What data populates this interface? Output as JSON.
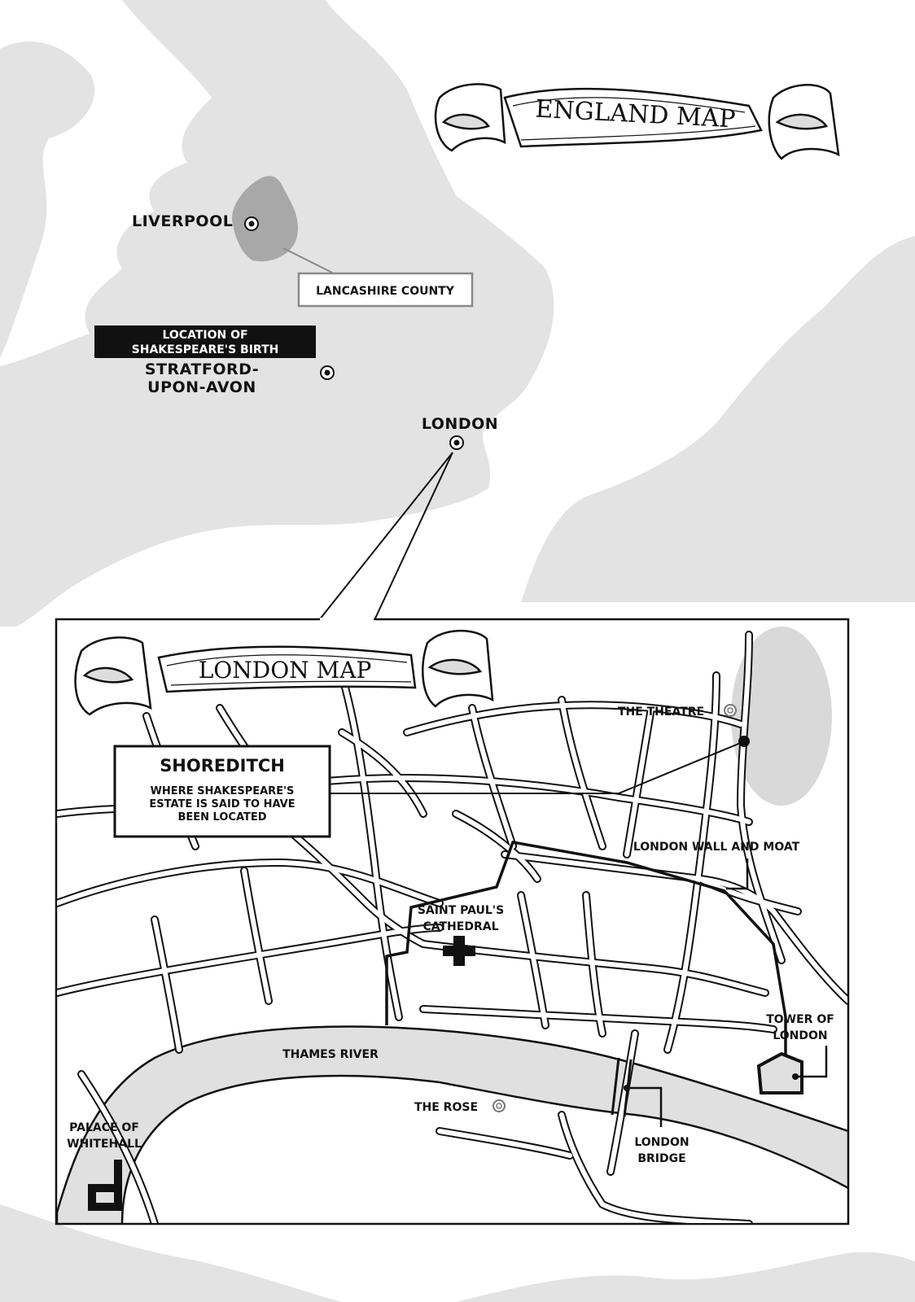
{
  "england_map": {
    "banner": "ENGLAND MAP",
    "liverpool": "LIVERPOOL",
    "lancashire": "LANCASHIRE COUNTY",
    "birth_tag_line1": "LOCATION OF",
    "birth_tag_line2": "SHAKESPEARE'S BIRTH",
    "stratford_line1": "STRATFORD-",
    "stratford_line2": "UPON-AVON",
    "london": "LONDON"
  },
  "london_map": {
    "banner": "LONDON MAP",
    "shoreditch_title": "SHOREDITCH",
    "shoreditch_line1": "WHERE SHAKESPEARE'S",
    "shoreditch_line2": "ESTATE IS SAID TO HAVE",
    "shoreditch_line3": "BEEN LOCATED",
    "the_theatre": "THE THEATRE",
    "london_wall": "LONDON WALL AND MOAT",
    "st_pauls_line1": "SAINT PAUL'S",
    "st_pauls_line2": "CATHEDRAL",
    "thames": "THAMES RIVER",
    "the_rose": "THE ROSE",
    "tower_line1": "TOWER OF",
    "tower_line2": "LONDON",
    "bridge_line1": "LONDON",
    "bridge_line2": "BRIDGE",
    "whitehall_line1": "PALACE OF",
    "whitehall_line2": "WHITEHALL"
  },
  "colors": {
    "land": "#e3e3e3",
    "ink": "#111111",
    "county": "#a8a8a8",
    "river": "#e0e0e0"
  },
  "icons": [
    "map-marker-icon",
    "cross-icon",
    "theatre-marker-icon",
    "palace-icon",
    "scroll-banner-icon"
  ]
}
